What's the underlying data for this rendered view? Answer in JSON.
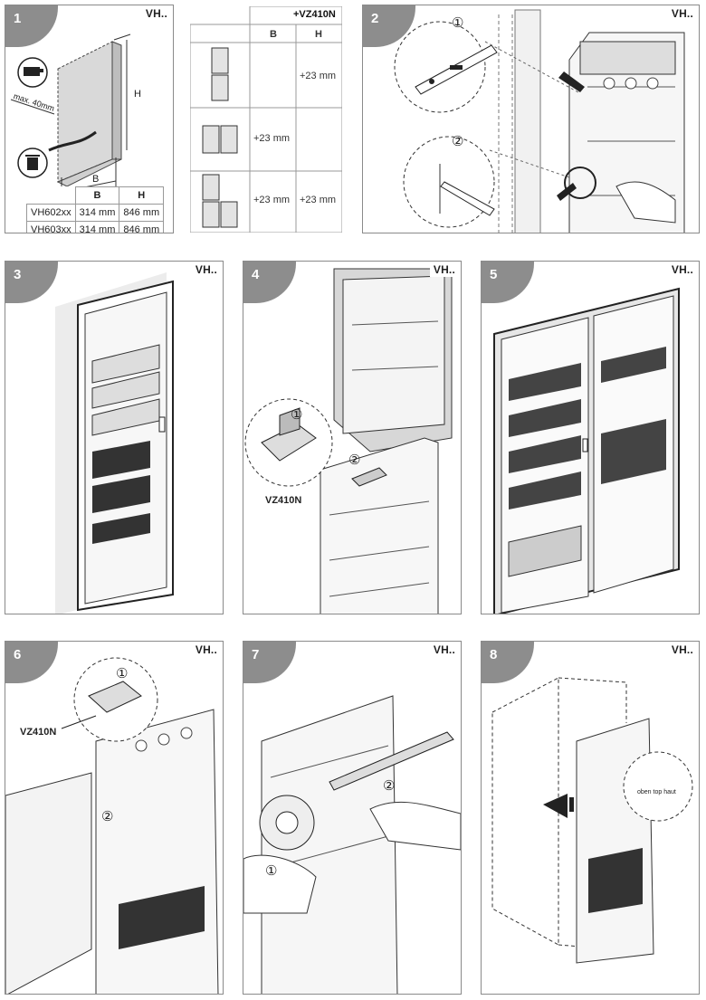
{
  "header_code": "VH..",
  "accessory": "+VZ410N",
  "steps": [
    "1",
    "2",
    "3",
    "4",
    "5",
    "6",
    "7",
    "8"
  ],
  "dim_table": {
    "columns": [
      "B",
      "H"
    ],
    "rows": [
      {
        "model": "VH602xx",
        "b": "314 mm",
        "h": "846 mm"
      },
      {
        "model": "VH603xx",
        "b": "314 mm",
        "h": "846 mm"
      }
    ]
  },
  "panel1": {
    "max_label": "max. 40mm",
    "h_label": "H",
    "b_label": "B"
  },
  "combo_table": {
    "columns": [
      "B",
      "H"
    ],
    "rows": [
      {
        "b": "",
        "h": "+23 mm"
      },
      {
        "b": "+23 mm",
        "h": ""
      },
      {
        "b": "+23 mm",
        "h": "+23 mm"
      }
    ]
  },
  "callouts": {
    "one": "①",
    "two": "②"
  },
  "part_label": "VZ410N",
  "top_label": "oben top haut",
  "icons": [
    "rotate-icon",
    "tape-measure-icon",
    "trash-bin-icon",
    "spirit-level-icon",
    "pencil-icon"
  ]
}
